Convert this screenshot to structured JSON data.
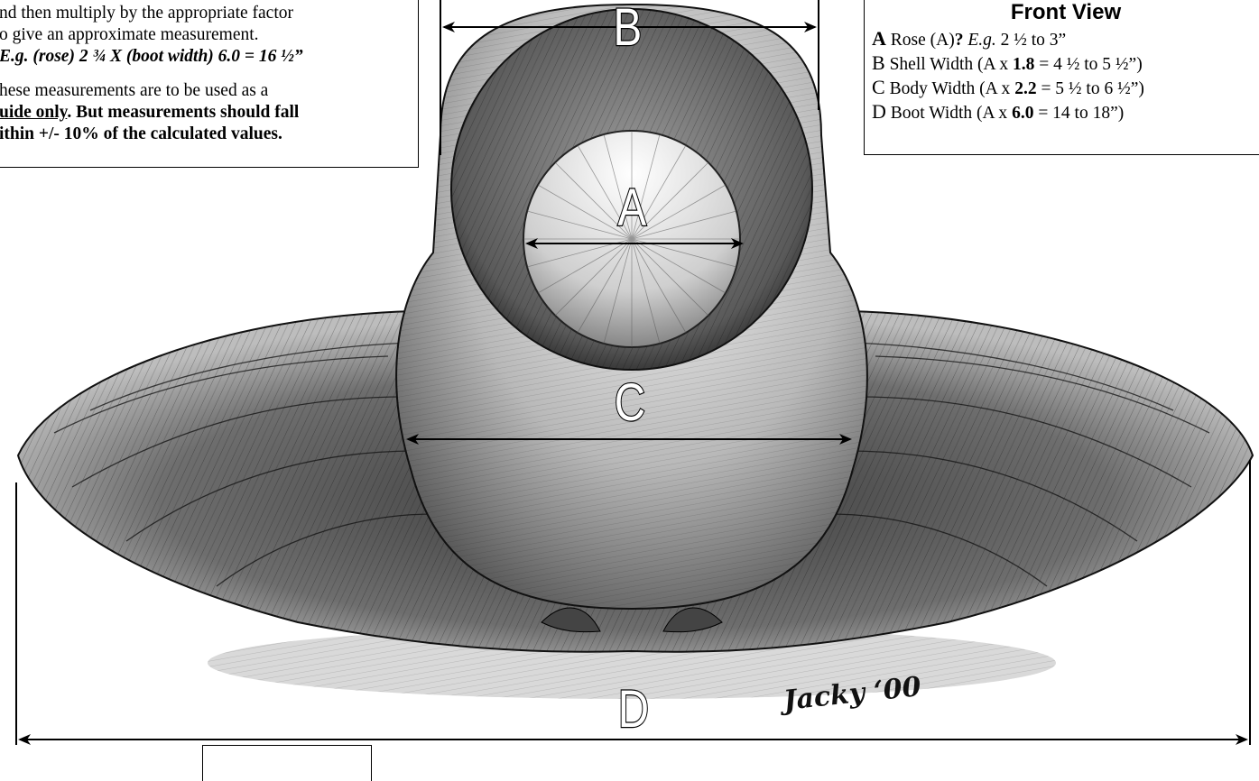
{
  "note": {
    "line1": "nd then multiply by the appropriate factor",
    "line2": "o give an approximate measurement.",
    "example": "E.g. (rose) 2 ¾ X (boot width) 6.0 = 16 ½”",
    "caveat_line1": "hese measurements are to be used as a",
    "caveat_underlined": "uide only",
    "caveat_rest": ". But measurements should fall",
    "caveat_line3": "ithin +/- 10% of the calculated values."
  },
  "legend": {
    "title": "Front View",
    "rows": [
      {
        "letter": "A",
        "label": "Rose (A)",
        "mark": "?",
        "example": "E.g.",
        "range": "2 ½ to 3”"
      },
      {
        "letter": "B",
        "label": "Shell Width (A x ",
        "factor": "1.8",
        "range": " = 4 ½ to 5 ½”)"
      },
      {
        "letter": "C",
        "label": "Body Width (A x ",
        "factor": "2.2",
        "range": " = 5 ½ to 6 ½”)"
      },
      {
        "letter": "D",
        "label": "Boot Width (A x ",
        "factor": "6.0",
        "range": " = 14 to 18”)"
      }
    ]
  },
  "labels": {
    "a": "A",
    "b": "B",
    "c": "C",
    "d": "D"
  },
  "signature": "Jacky ‘00",
  "colors": {
    "ink": "#000000",
    "paper": "#ffffff",
    "shade": "#8a8a8a"
  }
}
